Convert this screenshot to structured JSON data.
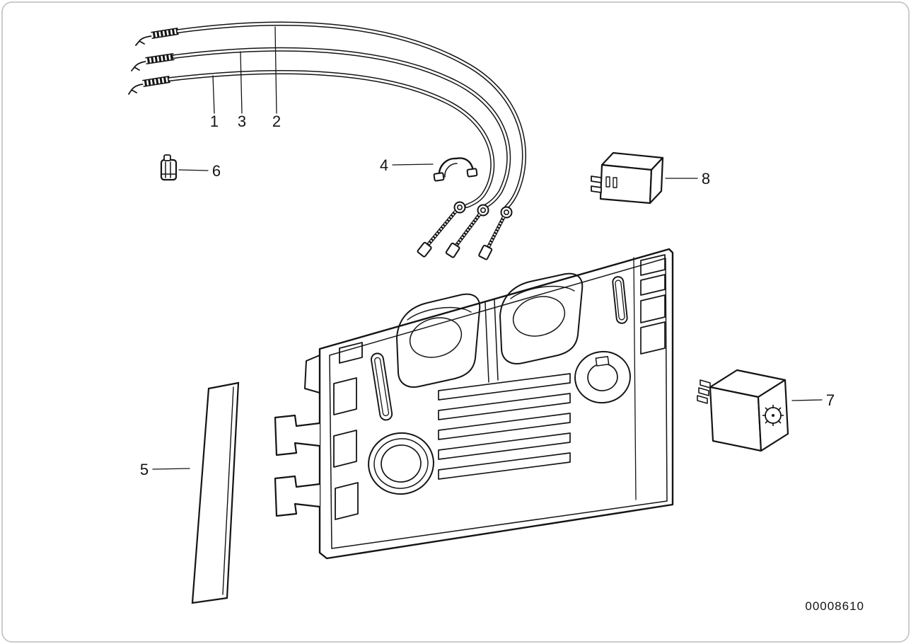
{
  "callouts": {
    "c1": "1",
    "c2": "2",
    "c3": "3",
    "c4": "4",
    "c5": "5",
    "c6": "6",
    "c7": "7",
    "c8": "8"
  },
  "footer": {
    "drawing_number": "00008610"
  },
  "colors": {
    "line": "#141414",
    "background": "#ffffff",
    "border": "#bcbcbc"
  }
}
